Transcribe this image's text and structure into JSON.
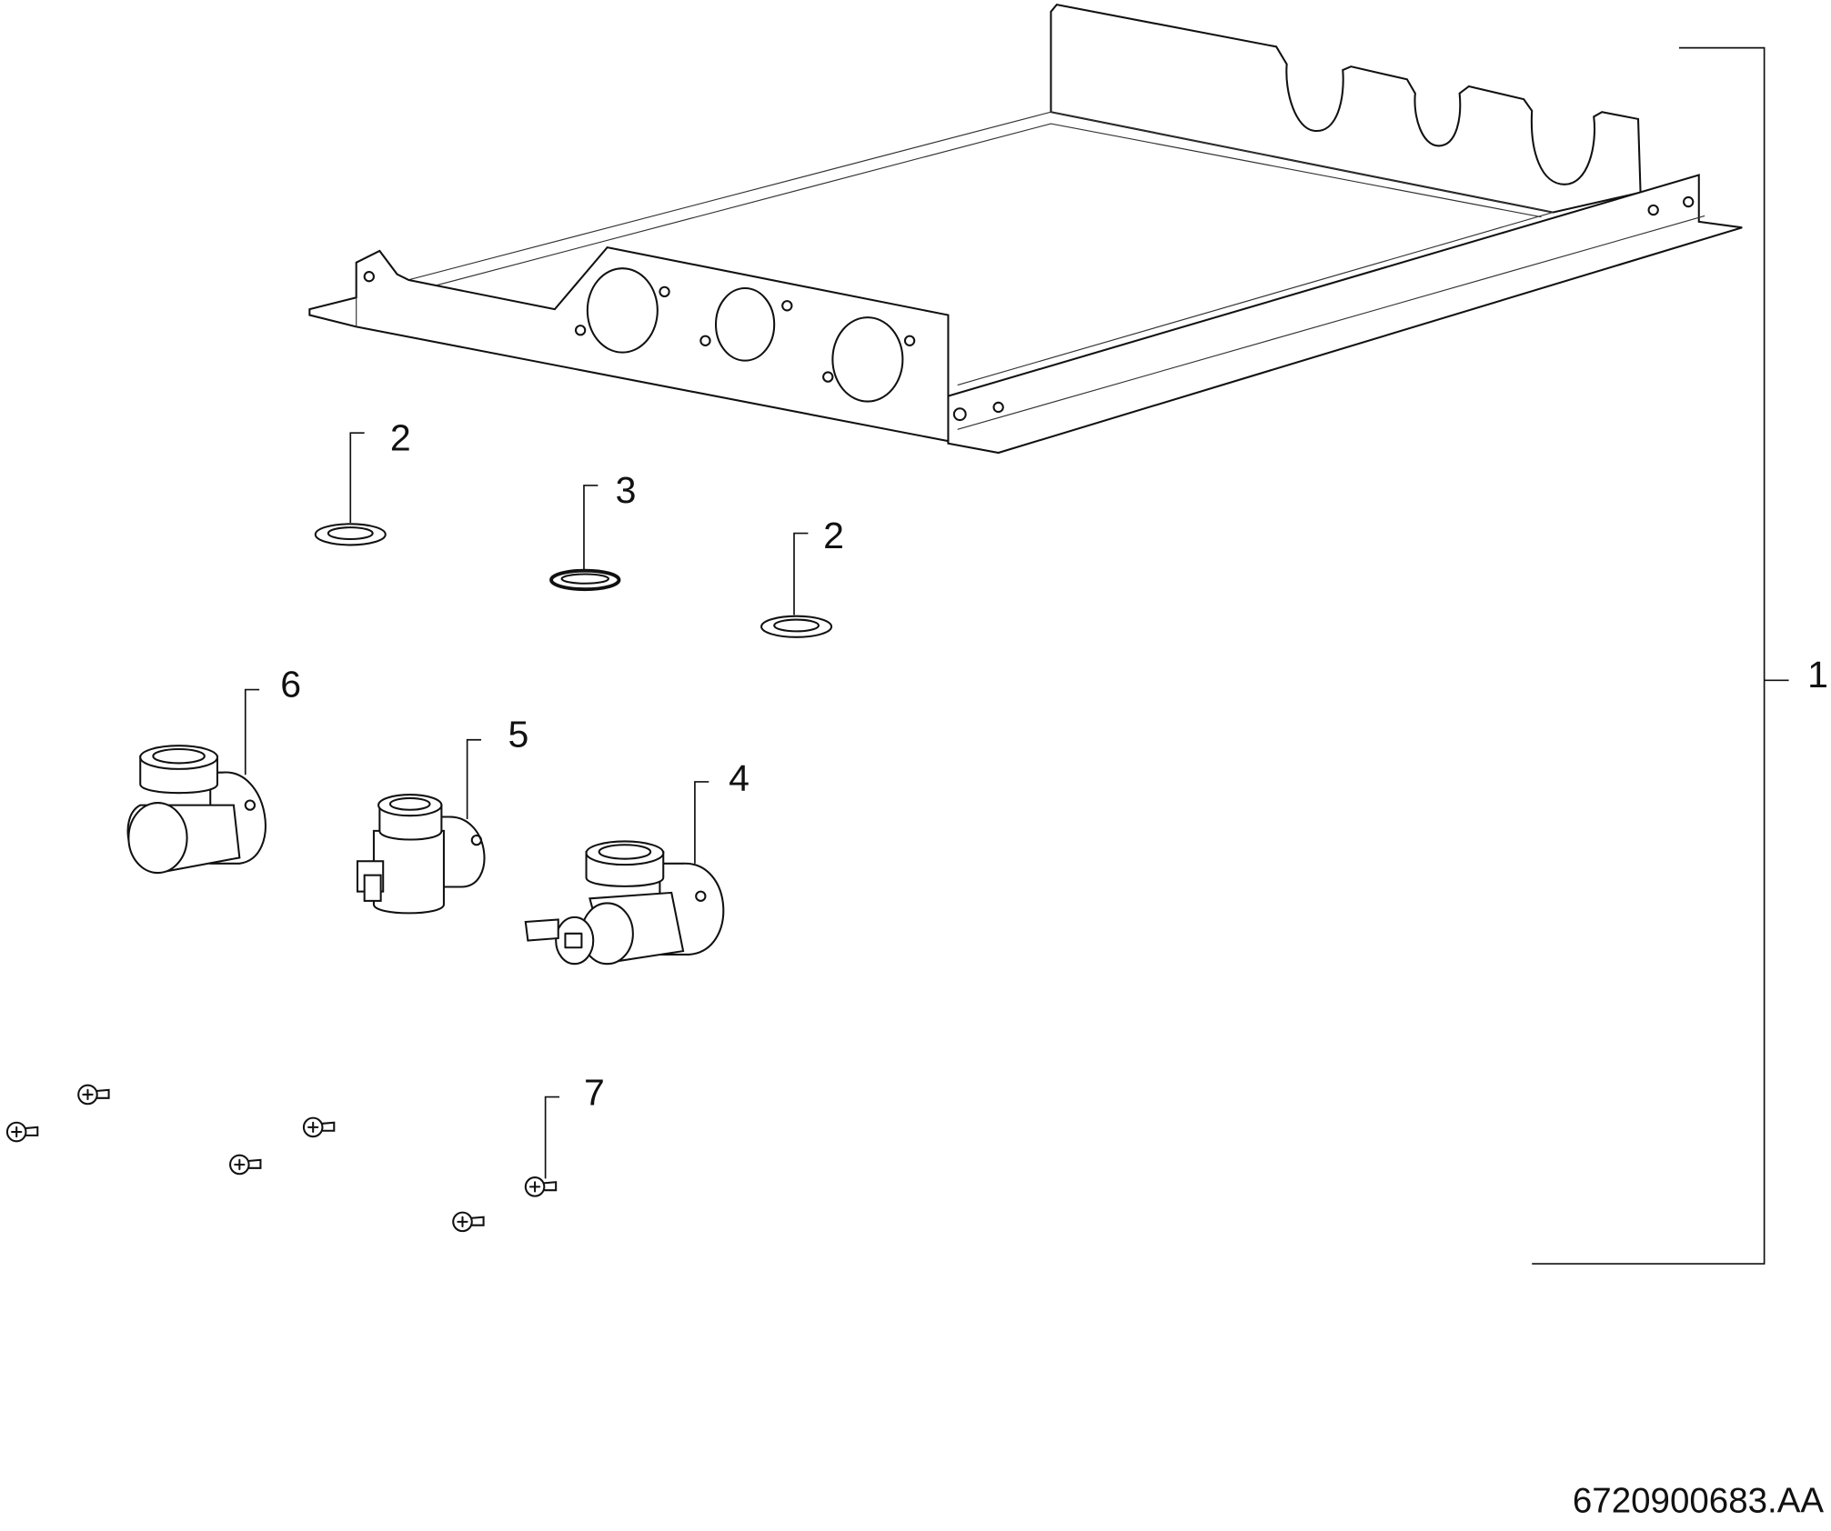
{
  "diagram": {
    "callouts": [
      {
        "id": "1",
        "part": "tray-assembly"
      },
      {
        "id": "2",
        "part": "washer-left"
      },
      {
        "id": "3",
        "part": "seal-ring"
      },
      {
        "id": "2",
        "part": "washer-right"
      },
      {
        "id": "4",
        "part": "valve-with-drain"
      },
      {
        "id": "5",
        "part": "valve-small"
      },
      {
        "id": "6",
        "part": "elbow-fitting"
      },
      {
        "id": "7",
        "part": "screw"
      }
    ],
    "drawing_number": "6720900683.AA"
  }
}
